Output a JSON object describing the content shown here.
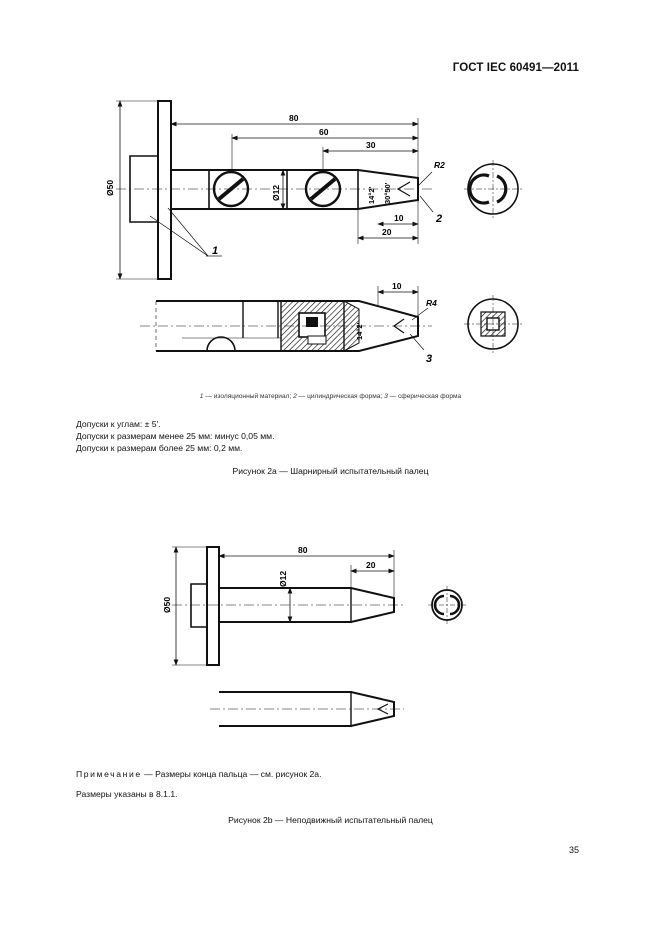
{
  "header": {
    "standard_code": "ГОСТ IEC 60491—2011"
  },
  "figure_2a": {
    "dims": {
      "d80": "80",
      "d60": "60",
      "d30": "30",
      "r2": "R2",
      "d10": "10",
      "d20": "20",
      "phi50": "Ø50",
      "phi12": "Ø12",
      "ang1": "14°2'",
      "ang2": "30°50'",
      "d10b": "10",
      "r4": "R4",
      "ang3": "14°2'"
    },
    "callouts": {
      "c1": "1",
      "c2": "2",
      "c3": "3"
    },
    "legend": {
      "n1": "1",
      "t1": " — изоляционный материал; ",
      "n2": "2",
      "t2": " — цилиндрическая форма; ",
      "n3": "3",
      "t3": " — сферическая форма"
    },
    "tolerances": [
      "Допуски к углам: ± 5'.",
      "Допуски к размерам менее 25 мм: минус 0,05 мм.",
      "Допуски к размерам более 25 мм: 0,2 мм."
    ],
    "caption": "Рисунок 2а — Шарнирный испытательный палец"
  },
  "figure_2b": {
    "dims": {
      "d80": "80",
      "d20": "20",
      "phi12": "Ø12",
      "phi50": "Ø50"
    },
    "note_label": "Примечание",
    "note_text": " — Размеры конца пальца — см. рисунок 2а.",
    "ref_text": "Размеры указаны в 8.1.1.",
    "caption": "Рисунок 2b — Неподвижный испытательный палец"
  },
  "page_number": "35"
}
